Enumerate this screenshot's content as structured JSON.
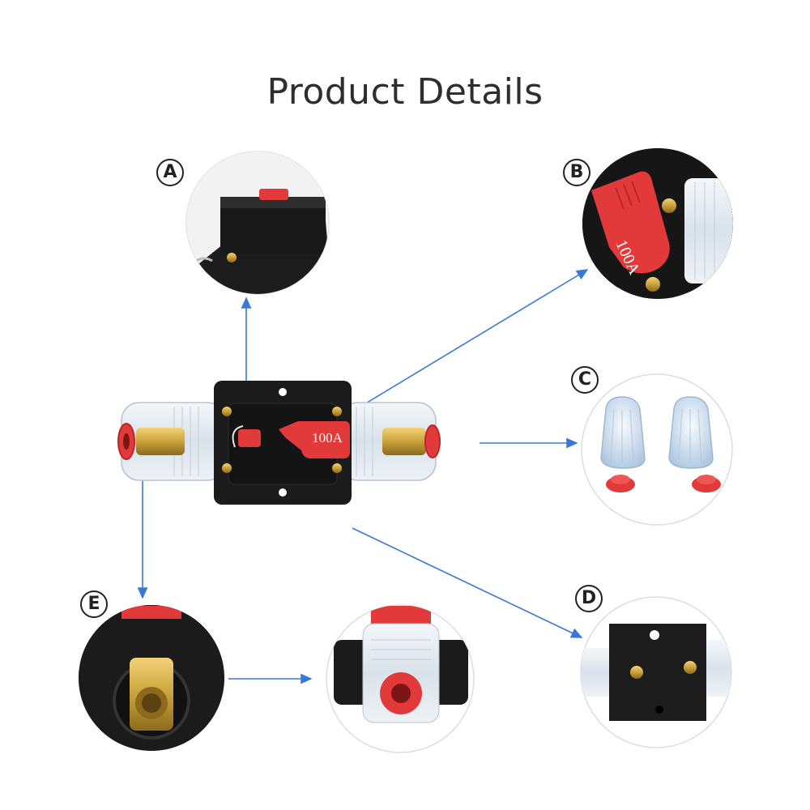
{
  "title": "Product Details",
  "breaker_rating": "100A",
  "callouts": [
    {
      "letter": "A",
      "subject": "reset-button-closeup"
    },
    {
      "letter": "B",
      "subject": "red-lever-closeup"
    },
    {
      "letter": "C",
      "subject": "transparent-caps-and-red-plugs"
    },
    {
      "letter": "D",
      "subject": "mounting-base-back"
    },
    {
      "letter": "E",
      "subject": "gold-terminal-closeup"
    }
  ],
  "colors": {
    "arrow": "#3a78d8",
    "breaker_body": "#1b1b1b",
    "lever": "#e23a3a",
    "brass": "#c9a23b"
  }
}
